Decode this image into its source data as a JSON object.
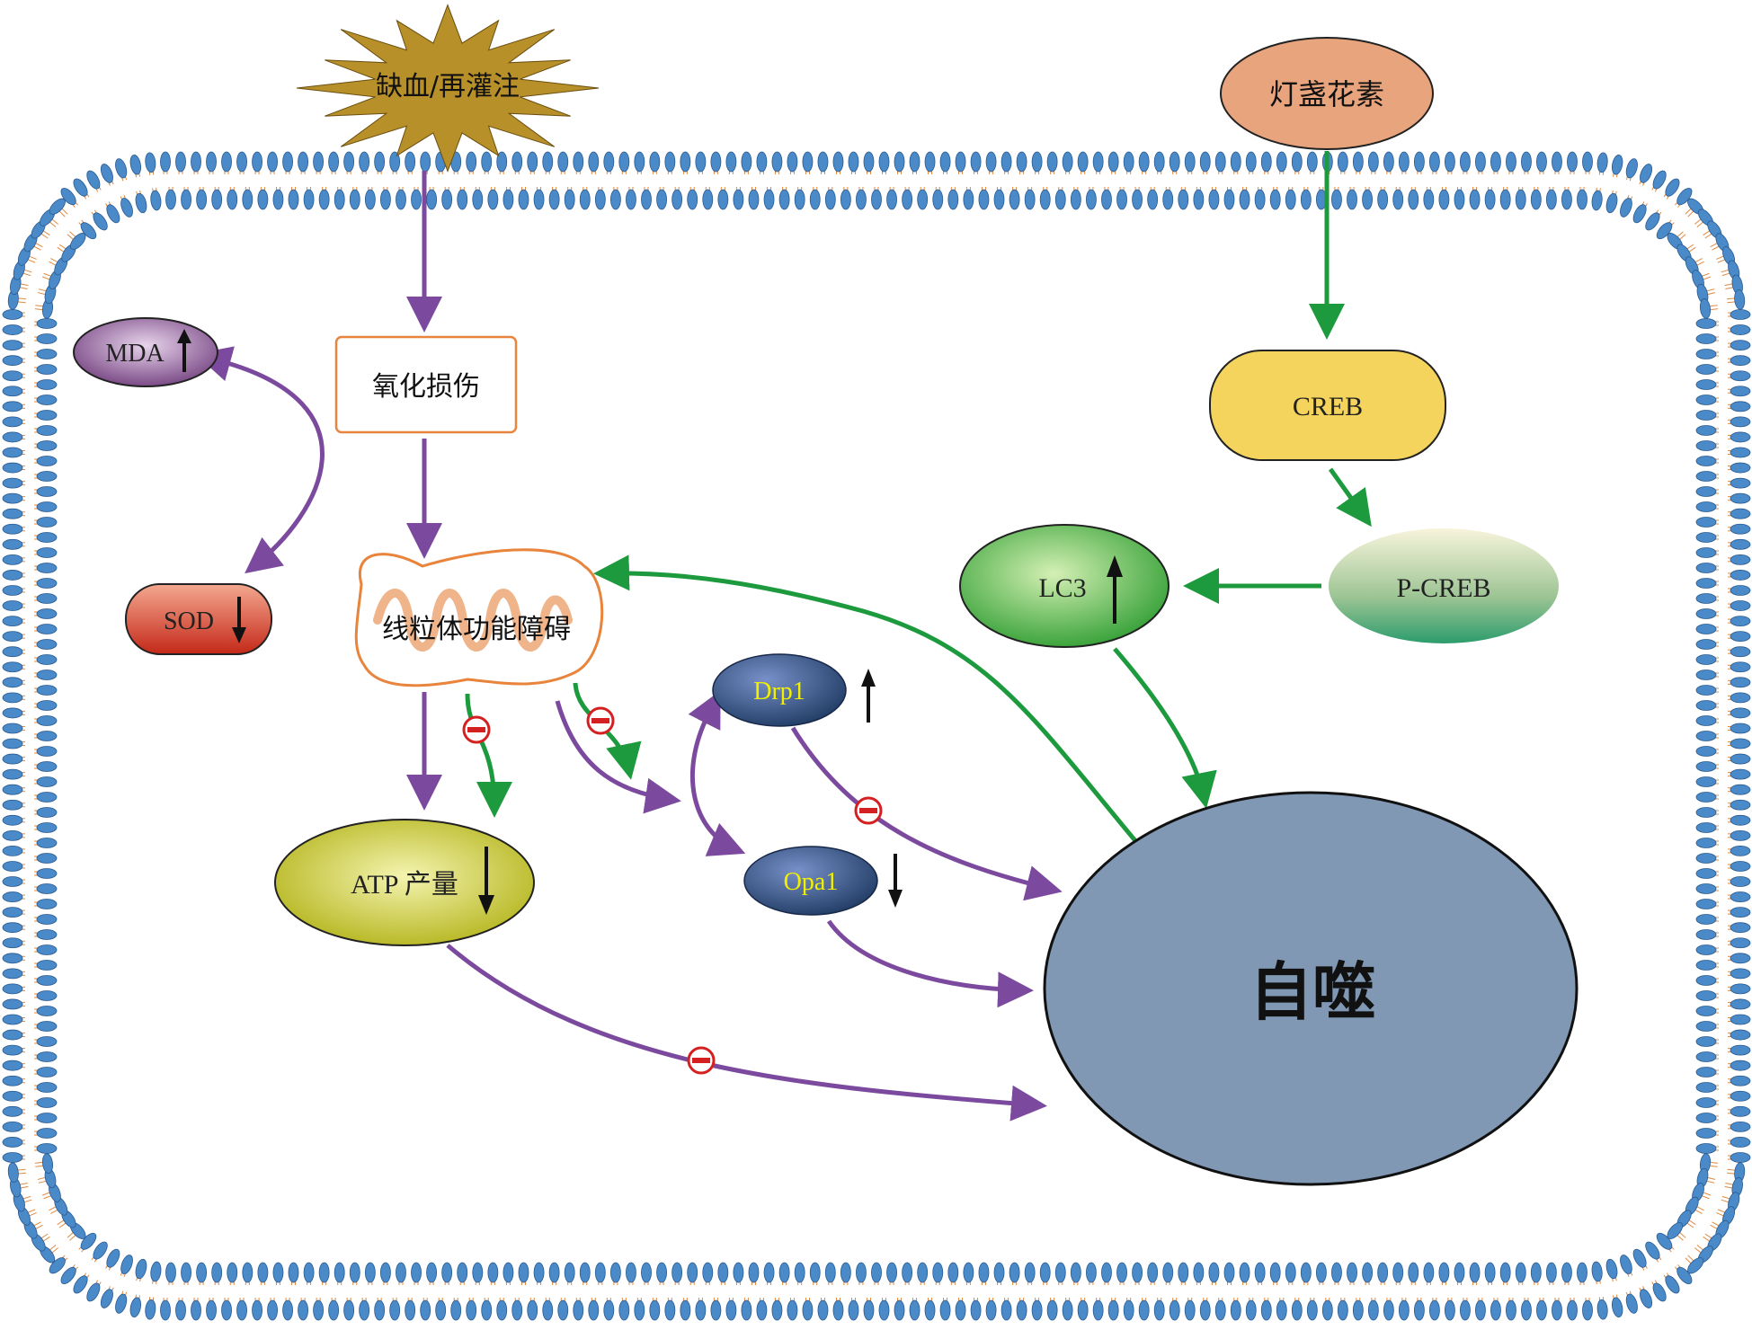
{
  "nodes": {
    "ischemia": "缺血/再灌注",
    "oxidative_damage": "氧化损伤",
    "mito_dysfunction": "线粒体功能障碍",
    "mda": "MDA",
    "sod": "SOD",
    "atp": "ATP 产量",
    "drp1": "Drp1",
    "opa1": "Opa1",
    "autophagy": "自噬",
    "calendulin": "灯盏花素",
    "creb": "CREB",
    "p_creb": "P-CREB",
    "lc3": "LC3"
  },
  "colors": {
    "membrane_head": "#4a8ac8",
    "membrane_tail": "#e08a40",
    "cell_fill": "#e8f1f8",
    "purple_arrow": "#7b4a9e",
    "green_arrow": "#1e9a3e",
    "inhibit_red": "#d42020",
    "ischemia_star": "#b8902a",
    "calendulin": "#e8a47c",
    "creb": "#f4d45c",
    "autophagy": "#8098b4",
    "mito_outline": "#e8843c"
  },
  "icons": [
    "up-arrow-icon",
    "down-arrow-icon",
    "inhibition-icon",
    "mitochondrion-icon"
  ]
}
